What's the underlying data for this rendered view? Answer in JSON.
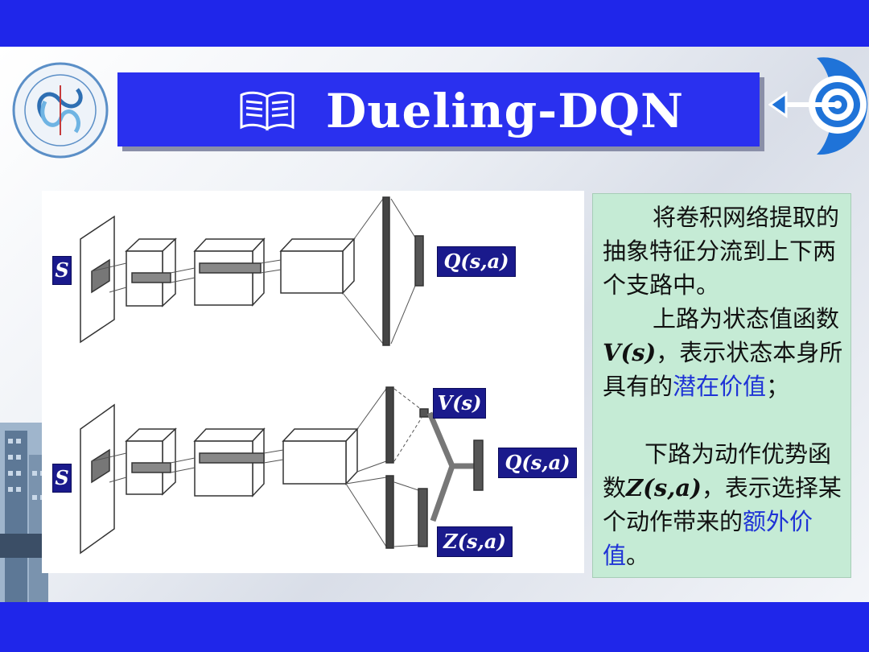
{
  "title": "Dueling-DQN",
  "diagram": {
    "top_input": "S",
    "top_output": "Q(s,a)",
    "bottom_input": "S",
    "value_stream": "V(s)",
    "advantage_stream": "Z(s,a)",
    "bottom_output": "Q(s,a)"
  },
  "note": {
    "p1": "将卷积网络提取的抽象特征分流到上下两个支路中。",
    "p2_a": "上路为状态值函数",
    "p2_math": "V(s)",
    "p2_b": "，表示状态本身所具有的",
    "p2_hl": "潜在价值",
    "p2_c": "；",
    "p3_a": "下路为动作优势函数",
    "p3_math": "Z(s,a)",
    "p3_b": "，表示选择某个动作带来的",
    "p3_hl": "额外价值",
    "p3_c": "。"
  },
  "colors": {
    "bar": "#1f26ea",
    "title_box": "#2a30ef",
    "label_bg": "#1a1a8c",
    "note_bg": "#c5ebd5",
    "highlight": "#1f33d6"
  },
  "icons": [
    "book-icon",
    "school-seal-logo",
    "target-arrow-icon",
    "building-image"
  ]
}
